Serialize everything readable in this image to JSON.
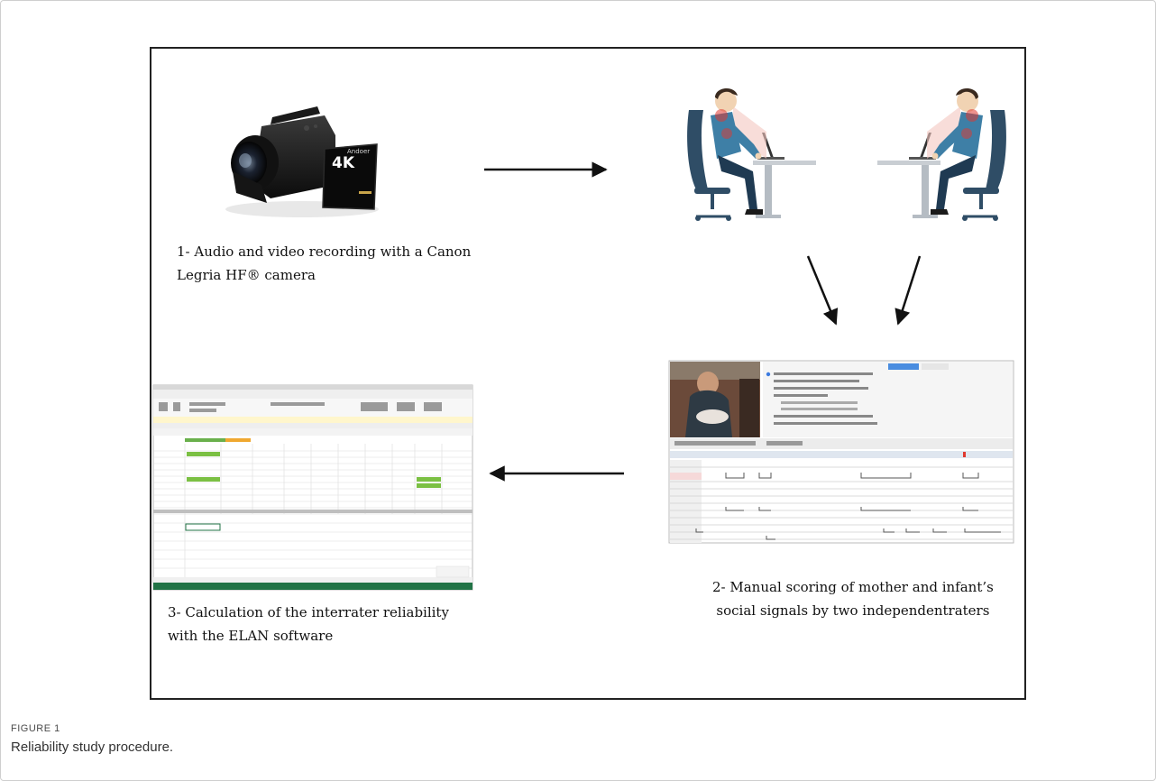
{
  "figure": {
    "steps": {
      "recording_line1": "1- Audio and video recording with a Canon",
      "recording_line2": "Legria HF® camera",
      "scoring_line1": "2- Manual scoring of mother and infant’s",
      "scoring_line2": "social signals by two independentraters",
      "reliability_line1": "3- Calculation of the interrater reliability",
      "reliability_line2": "with the ELAN software"
    },
    "camera_badge": "4K",
    "camera_brand": "Andoer"
  },
  "caption": {
    "label": "FIGURE 1",
    "text": "Reliability study procedure."
  },
  "colors": {
    "arrow": "#111111",
    "shirt": "#3e7fa6",
    "pants": "#1f3a52",
    "pain_highlight": "#e0392f",
    "screen_glow": "#f4c7c0",
    "excel_green": "#217346"
  },
  "icons": [
    "video-camera-icon",
    "coder-at-desk-icon",
    "annotation-software-screenshot",
    "spreadsheet-screenshot"
  ]
}
